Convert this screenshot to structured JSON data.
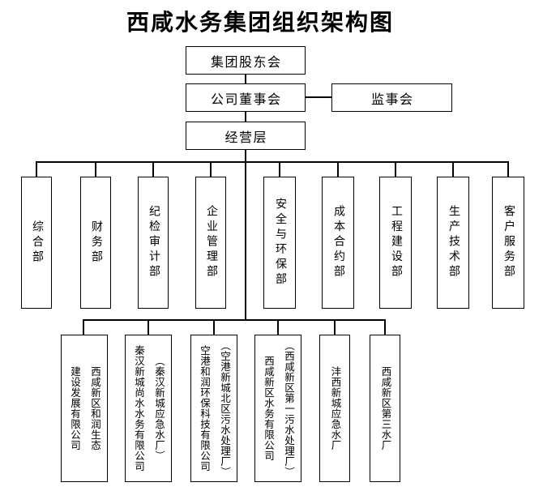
{
  "title": "西咸水务集团组织架构图",
  "governance": {
    "shareholders": "集团股东会",
    "board": "公司董事会",
    "supervisory": "监事会",
    "management": "经营层"
  },
  "departments": [
    {
      "label": "综合部"
    },
    {
      "label": "财务部"
    },
    {
      "label": "纪检审计部"
    },
    {
      "label": "企业管理部"
    },
    {
      "label": "安全与环保部"
    },
    {
      "label": "成本合约部"
    },
    {
      "label": "工程建设部"
    },
    {
      "label": "生产技术部"
    },
    {
      "label": "客户服务部"
    }
  ],
  "subsidiaries": [
    {
      "label": "西咸新区和润生态\n建设发展有限公司"
    },
    {
      "label": "秦汉新城尚水水务有限公司\n（秦汉新城应急水厂）"
    },
    {
      "label": "空港和润环保科技有限公司\n（空港新城北区污水处理厂）"
    },
    {
      "label": "西咸新区水务有限公司\n（西咸新区第一污水处理厂）"
    },
    {
      "label": "沣西新城应急水厂"
    },
    {
      "label": "西咸新区第三水厂"
    }
  ]
}
